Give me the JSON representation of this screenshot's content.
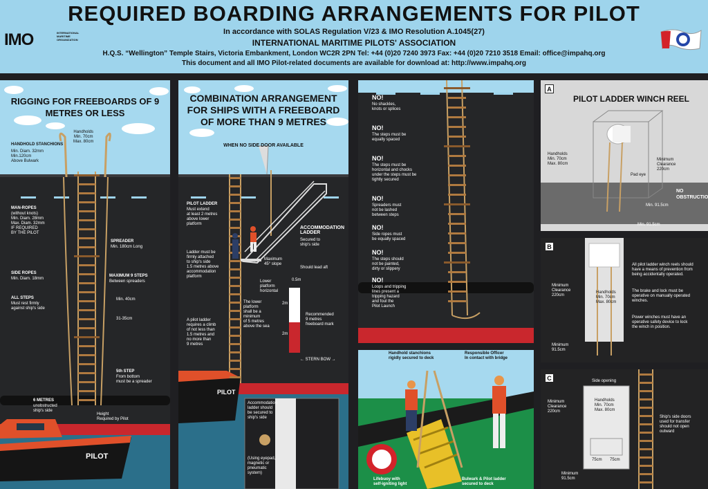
{
  "header": {
    "title": "REQUIRED BOARDING ARRANGEMENTS FOR PILOT",
    "subtitle": "In accordance with SOLAS Regulation V/23 & IMO Resolution A.1045(27)",
    "association": "INTERNATIONAL MARITIME PILOTS' ASSOCIATION",
    "address": "H.Q.S. “Wellington” Temple Stairs, Victoria Embankment, London WC2R 2PN  Tel: +44 (0)20 7240 3973  Fax: +44 (0)20 7210 3518  Email: office@impahq.org",
    "download": "This document and all IMO Pilot-related documents are available for download at: http://www.impahq.org",
    "imo_logo": "IMO",
    "imo_sub": "INTERNATIONAL MARITIME ORGANIZATION"
  },
  "panel1": {
    "title": "RIGGING FOR FREEBOARDS OF 9 METRES OR LESS",
    "handhold_stanchions": "HANDHOLD STANCHIONS",
    "handhold_stanchions_sub": "Min. Diam. 32mm\nMin.120cm\nAbove Bulwark",
    "handholds": "Handholds\nMin. 70cm\nMax. 80cm",
    "man_ropes": "MAN-ROPES",
    "man_ropes_sub": "(without knots)\nMin. Diam. 28mm\nMax. Diam. 32mm\nIF REQUIRED\nBY THE PILOT",
    "spreader": "SPREADER",
    "spreader_sub": "Min. 180cm Long",
    "side_ropes": "SIDE ROPES",
    "side_ropes_sub": "Min. Diam. 18mm",
    "max9": "MAXIMUM 9 STEPS",
    "max9_sub": "Between spreaders",
    "all_steps": "ALL STEPS",
    "all_steps_sub": "Must rest firmly\nagainst ship's side",
    "min40": "Min. 40cm",
    "r3135": "31-35cm",
    "fifth": "5th STEP",
    "fifth_sub": "From bottom\nmust be a spreader",
    "six_m": "6 METRES",
    "six_m_sub": "unobstructed\nship's side",
    "height": "Height\nRequired by Pilot",
    "boat": "PILOT"
  },
  "panel2": {
    "title": "COMBINATION ARRANGEMENT FOR SHIPS WITH A FREEBOARD OF MORE THAN 9 METRES",
    "subtitle": "WHEN NO SIDE DOOR AVAILABLE",
    "pilot_ladder": "PILOT LADDER",
    "pilot_ladder_sub": "Must extend\nat least 2 metres\nabove lower\nplatform",
    "accom": "ACCOMMODATION LADDER",
    "accom_sub": "Secured to\nship's side",
    "attached": "Ladder must be\nfirmly attached\nto ship's side\n1.5 metres above\naccommodation\nplatform",
    "maxslope": "Maximum\n45° slope",
    "lead_aft": "Should lead aft",
    "lower_platform": "Lower\nplatform\nhorizontal",
    "lower_min": "The lower\nplatform\nshall be a\nminimum\nof 5 metres\nabove the sea",
    "climb": "A pilot ladder\nrequires a climb\nof not less than\n1.5 metres and\nno more than\n9 metres",
    "half_m": "0.5m",
    "two_m_a": "2m",
    "two_m_b": "2m",
    "freeboard_mark": "Recommended\n9 metres\nfreeboard mark",
    "stern_bow": "← STERN  BOW →",
    "inset": "Accommodation\nladder should\nbe secured to\nship's side",
    "inset_sub": "(Using eyepad,\nmagnetic or\npneumatic\nsystem)",
    "boat": "PILOT"
  },
  "panel3": {
    "items": [
      {
        "head": "NO!",
        "text": "No shackles,\nknots or splices"
      },
      {
        "head": "NO!",
        "text": "The steps must be\nequally spaced"
      },
      {
        "head": "NO!",
        "text": "The steps must be\nhorizontal and chocks\nunder the steps must be\ntightly secured"
      },
      {
        "head": "NO!",
        "text": "Spreaders must\nnot be lashed\nbetween steps"
      },
      {
        "head": "NO!",
        "text": "Side ropes must\nbe equally spaced"
      },
      {
        "head": "NO!",
        "text": "The steps should\nnot be painted,\ndirty or slippery"
      },
      {
        "head": "NO!",
        "text": "Loops and tripping\nlines present a\ntripping hazard\nand foul the\nPilot Launch"
      }
    ]
  },
  "panel4": {
    "stanchions": "Handhold stanchions\nrigidly secured to deck",
    "officer": "Responsible Officer\nIn contact with bridge",
    "lifebuoy": "Lifebuoy with\nself-igniting light",
    "bulwark": "Bulwark & Pilot ladder\nsecured to deck"
  },
  "panelA": {
    "label": "A",
    "title": "PILOT LADDER WINCH REEL",
    "handholds": "Handholds\nMin. 70cm\nMax. 80cm",
    "clearance": "Minimum\nClearance\n220cm",
    "padeye": "Pad eye",
    "no_obs": "NO\nOBSTRUCTIONS",
    "min915a": "Min. 91.5cm",
    "min915b": "Min. 91.5cm"
  },
  "panelB": {
    "label": "B",
    "clearance": "Minimum\nClearance\n220cm",
    "handholds": "Handholds\nMin. 70cm\nMax. 80cm",
    "minimum": "Minimum\n91.5cm",
    "text1": "All pilot ladder winch reels should\nhave a means of prevention from\nbeing accidentally operated.",
    "text2": "The brake and lock must be\noperative on manually operated\nwinches.",
    "text3": "Power winches must have an\noperative safety device to lock\nthe winch in position."
  },
  "panelC": {
    "label": "C",
    "side_opening": "Side opening",
    "clearance": "Minimum\nClearance\n220cm",
    "handholds": "Handholds\nMin. 70cm\nMax. 80cm",
    "c75a": "75cm",
    "c75b": "75cm",
    "minimum": "Minimum\n91.5cm",
    "doors": "Ship's side doors\nused for transfer\nshould not open\noutward"
  }
}
